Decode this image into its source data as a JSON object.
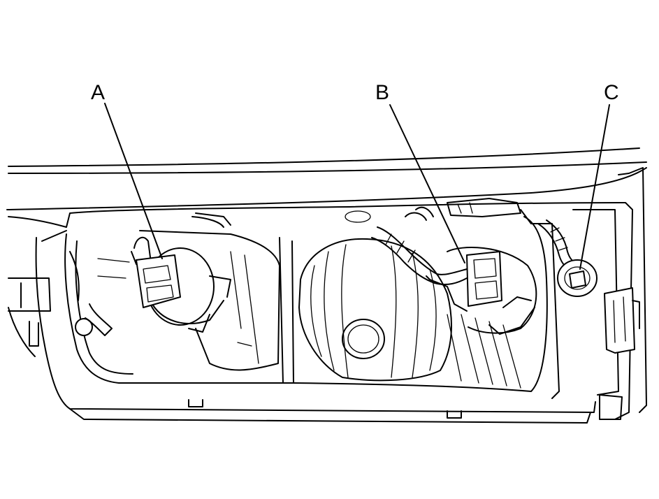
{
  "callouts": [
    {
      "id": "A",
      "label": "A"
    },
    {
      "id": "B",
      "label": "B"
    },
    {
      "id": "C",
      "label": "C"
    }
  ],
  "colors": {
    "line": "#000000",
    "background": "#ffffff"
  }
}
